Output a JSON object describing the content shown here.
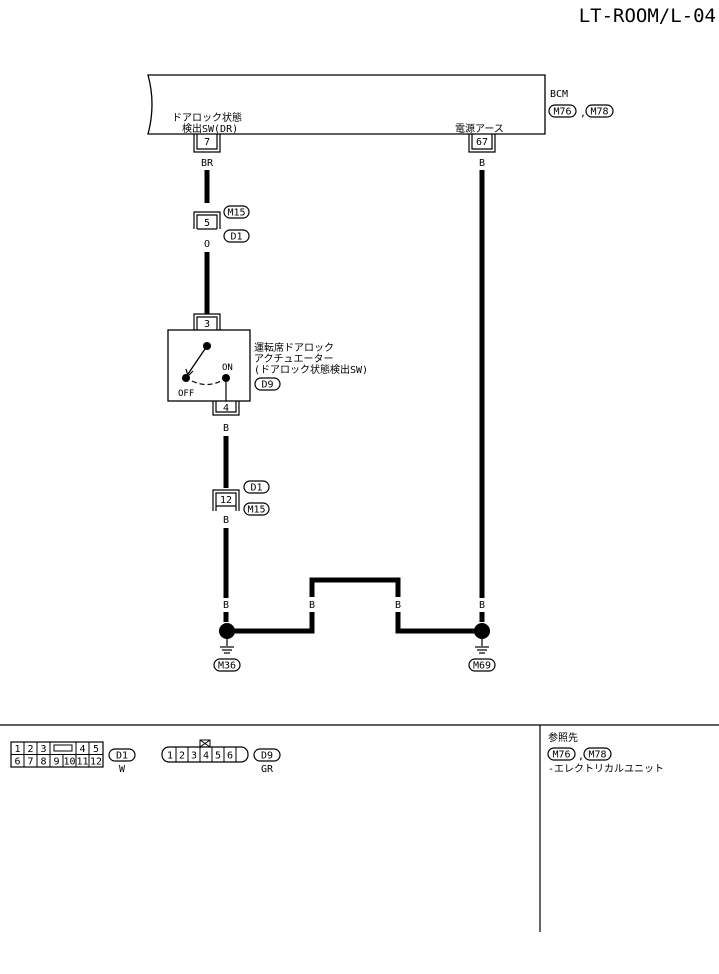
{
  "page_code": "LT-ROOM/L-04",
  "bcm": {
    "name": "BCM",
    "connectors": [
      "M76",
      "M78"
    ],
    "sep": ",",
    "term1_label_1": "ドアロック状態",
    "term1_label_2": "検出SW(DR)",
    "term1_pin": "7",
    "term2_label": "電源アース",
    "term2_pin": "67"
  },
  "wires": {
    "w_br": "BR",
    "w_o": "O",
    "w_b_left_top": "B",
    "w_b_left_mid": "B",
    "w_b_right_top": "B",
    "w_b_gl": "B",
    "w_b_jl": "B",
    "w_b_jr": "B",
    "w_b_gr": "B"
  },
  "joint1": {
    "pin": "5",
    "connector_top": "M15",
    "connector_bottom": "D1"
  },
  "actuator": {
    "label_1": "運転席ドアロック",
    "label_2": "アクチュエーター",
    "label_3": "(ドアロック状態検出SW)",
    "connector": "D9",
    "pin_top": "3",
    "pin_bottom": "4",
    "state_on": "ON",
    "state_off": "OFF"
  },
  "joint2": {
    "pin": "12",
    "connector_top": "D1",
    "connector_bottom": "M15"
  },
  "grounds": {
    "left": "M36",
    "right": "M69"
  },
  "legend": {
    "conn_d1": {
      "row1": [
        "1",
        "2",
        "3",
        "",
        "4",
        "5"
      ],
      "row2": [
        "6",
        "7",
        "8",
        "9",
        "10",
        "11",
        "12"
      ],
      "name": "D1",
      "color": "W"
    },
    "conn_d9": {
      "pins": [
        "1",
        "2",
        "3",
        "4",
        "5",
        "6"
      ],
      "name": "D9",
      "color": "GR"
    },
    "reference": {
      "title": "参照先",
      "connectors": [
        "M76",
        "M78"
      ],
      "sep": ",",
      "text": "-エレクトリカルユニット"
    }
  }
}
